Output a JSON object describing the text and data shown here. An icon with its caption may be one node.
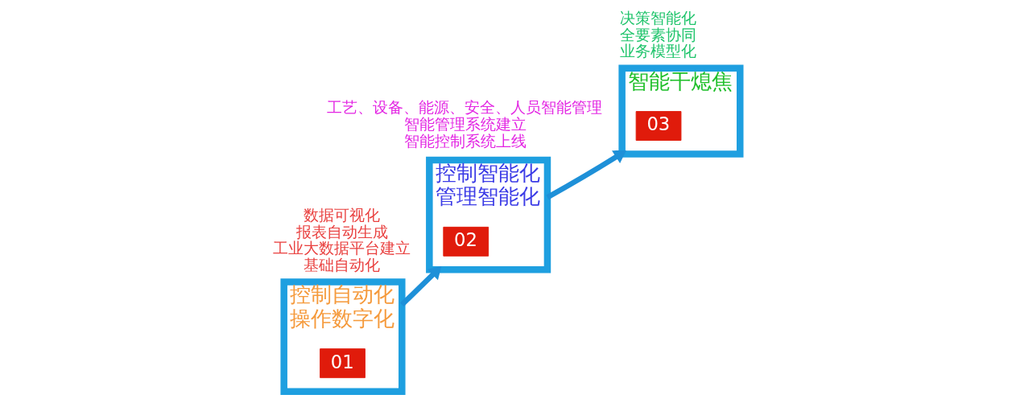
{
  "diagram": {
    "nodes": [
      {
        "text": [
          "控制自动化",
          "操作数字化"
        ],
        "beside": [
          "数据可视化",
          "报表自动生成",
          "工业大数据平台建立",
          "基础自动化"
        ]
      },
      {
        "text": [
          "01"
        ],
        "in": 0
      },
      {
        "text": [
          "控制智能化",
          "管理智能化"
        ],
        "beside": [
          "工艺、设备、能源、安全、人员智能管理",
          "智能管理系统建立",
          "智能控制系统上线"
        ]
      },
      {
        "text": [
          "02"
        ],
        "in": 2
      },
      {
        "text": [
          "智能干熄焦"
        ],
        "beside": [
          "决策智能化",
          "全要素协同",
          "业务模型化"
        ]
      },
      {
        "text": [
          "03"
        ],
        "in": 4
      }
    ],
    "edges": [
      {
        "from": 0,
        "to": 2,
        "arrow": "to"
      },
      {
        "from": 2,
        "to": 4,
        "arrow": "to"
      }
    ]
  }
}
